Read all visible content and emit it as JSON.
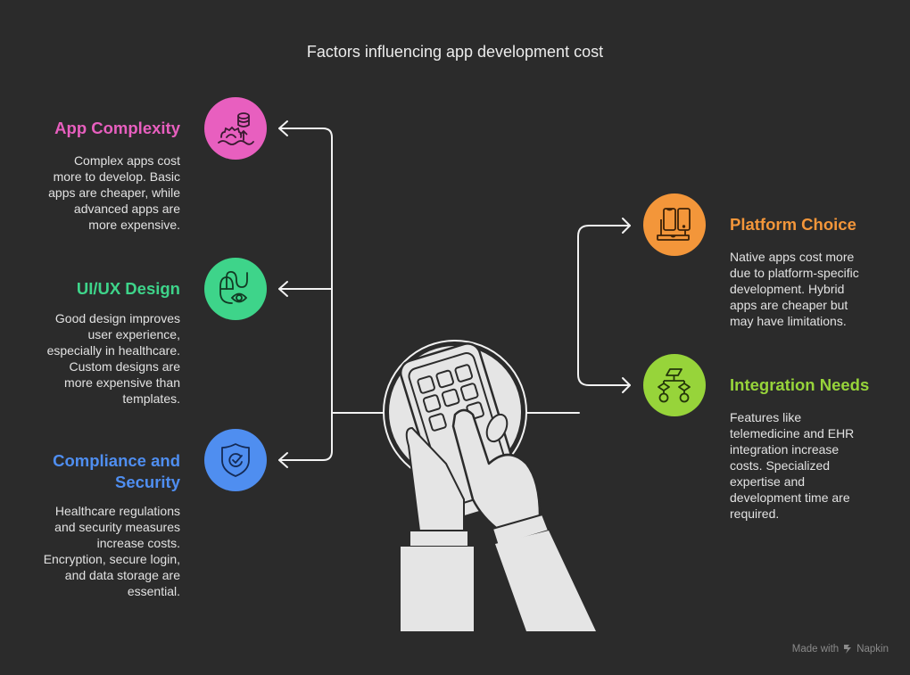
{
  "title": "Factors influencing app development cost",
  "colors": {
    "background": "#2b2b2b",
    "app_complexity": "#e85fbf",
    "uiux_design": "#3ed48a",
    "compliance_security": "#4f8ef0",
    "platform_choice": "#f3963a",
    "integration_needs": "#97d43a",
    "connector": "#f2f2f2"
  },
  "factors": {
    "app_complexity": {
      "heading": "App Complexity",
      "lines": [
        "Complex apps cost",
        "more to develop. Basic",
        "apps are cheaper, while",
        "advanced apps are",
        "more expensive."
      ],
      "icon": "database-gear-growth-icon"
    },
    "uiux_design": {
      "heading": "UI/UX Design",
      "lines": [
        "Good design improves",
        "user experience,",
        "especially in healthcare.",
        "Custom designs are",
        "more expensive than",
        "templates."
      ],
      "icon": "mouse-eye-icon"
    },
    "compliance_security": {
      "heading_lines": [
        "Compliance and",
        "Security"
      ],
      "lines": [
        "Healthcare regulations",
        "and security measures",
        "increase costs.",
        "Encryption, secure login,",
        "and data storage are",
        "essential."
      ],
      "icon": "shield-check-icon"
    },
    "platform_choice": {
      "heading": "Platform Choice",
      "lines": [
        "Native apps cost more",
        "due to platform-specific",
        "development. Hybrid",
        "apps are cheaper but",
        "may have limitations."
      ],
      "icon": "devices-icon"
    },
    "integration_needs": {
      "heading": "Integration Needs",
      "lines": [
        "Features like",
        "telemedicine and EHR",
        "integration increase",
        "costs. Specialized",
        "expertise and",
        "development time are",
        "required."
      ],
      "icon": "flowchart-icon"
    }
  },
  "center_illustration": "hands-holding-phone-icon",
  "footer": {
    "made_with": "Made with",
    "brand": "Napkin"
  }
}
